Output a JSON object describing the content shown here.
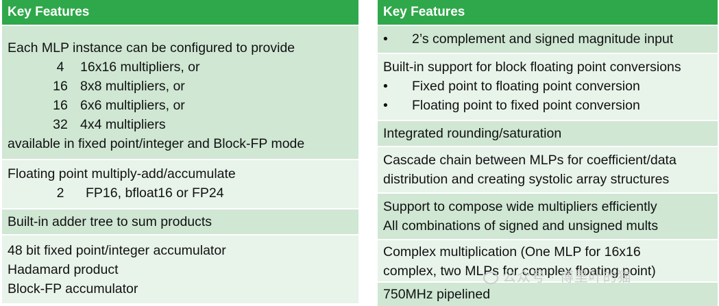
{
  "left": {
    "header": "Key Features",
    "mlp": {
      "intro": "Each MLP instance can be configured to provide",
      "items": [
        {
          "n": "4",
          "text": "16x16 multipliers, or"
        },
        {
          "n": "16",
          "text": "8x8 multipliers, or"
        },
        {
          "n": "16",
          "text": "6x6 multipliers, or"
        },
        {
          "n": "32",
          "text": "4x4 multipliers"
        }
      ],
      "outro": "available in fixed point/integer and Block-FP mode"
    },
    "fp": {
      "line": "Floating point multiply-add/accumulate",
      "n": "2",
      "text": "FP16, bfloat16 or FP24"
    },
    "adder": "Built-in adder tree to sum products",
    "acc": {
      "l1": "48 bit fixed point/integer accumulator",
      "l2": "Hadamard product",
      "l3": "Block-FP accumulator"
    }
  },
  "right": {
    "header": "Key Features",
    "bullet_glyph": "•",
    "row1": "2’s complement and signed magnitude input",
    "row2": {
      "line": "Built-in support for block floating point conversions",
      "b1": "Fixed point to floating point conversion",
      "b2": "Floating point to fixed point conversion"
    },
    "row3": "Integrated rounding/saturation",
    "row4": {
      "l1": "Cascade chain between MLPs for coefficient/data",
      "l2": "distribution and creating systolic array structures"
    },
    "row5": {
      "l1": "Support to compose wide multipliers efficiently",
      "l2": "All combinations of signed and unsigned mults"
    },
    "row6": {
      "l1": "Complex multiplication (One MLP for 16x16",
      "l2": "complex, two MLPs for complex floating point)"
    },
    "row7": "750MHz pipelined"
  },
  "watermark": "公众号 · 博里叶的猫",
  "colors": {
    "header": "#2ea84a",
    "row_dark": "#cfe7d3",
    "row_light": "#e8f3ea"
  }
}
